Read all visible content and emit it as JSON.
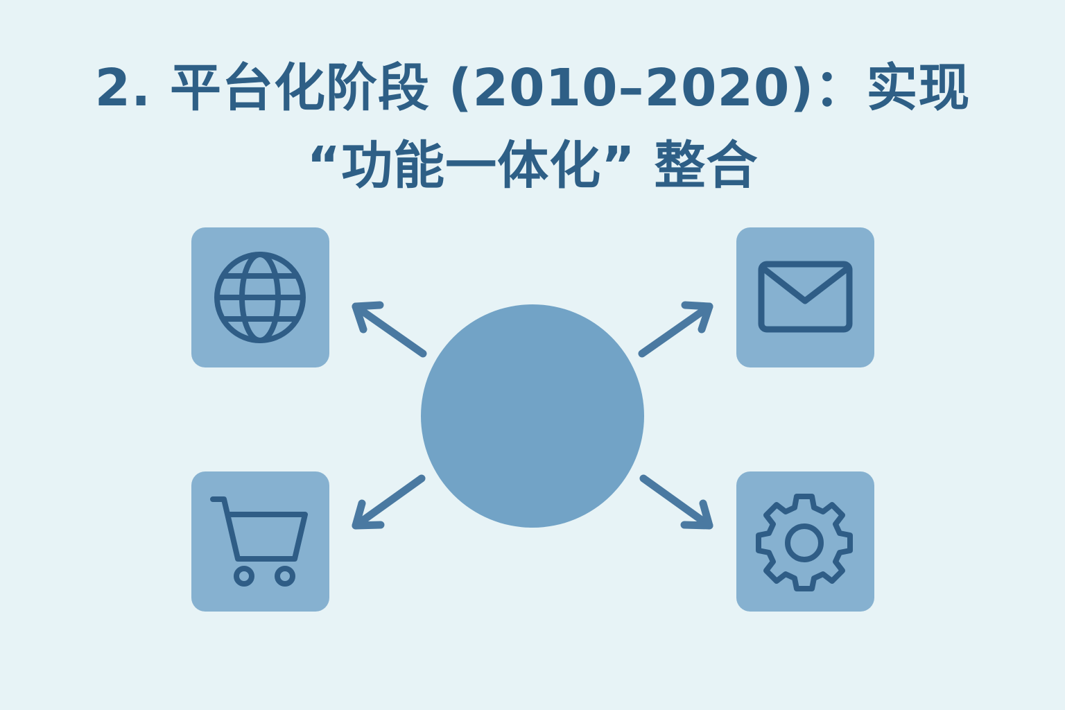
{
  "title": {
    "line1": "2. 平台化阶段 (2010–2020)：实现",
    "line2": "“功能一体化” 整合"
  },
  "diagram": {
    "hub": "central-platform",
    "nodes": [
      {
        "name": "web",
        "icon": "globe-icon"
      },
      {
        "name": "messaging",
        "icon": "mail-icon"
      },
      {
        "name": "shopping",
        "icon": "cart-icon"
      },
      {
        "name": "settings",
        "icon": "gear-icon"
      }
    ]
  },
  "colors": {
    "background": "#e7f3f6",
    "title": "#2e5f86",
    "hub": "#72a3c6",
    "tile": "#86b1d0",
    "icon": "#2f5d86",
    "arrow": "#4a79a1"
  }
}
